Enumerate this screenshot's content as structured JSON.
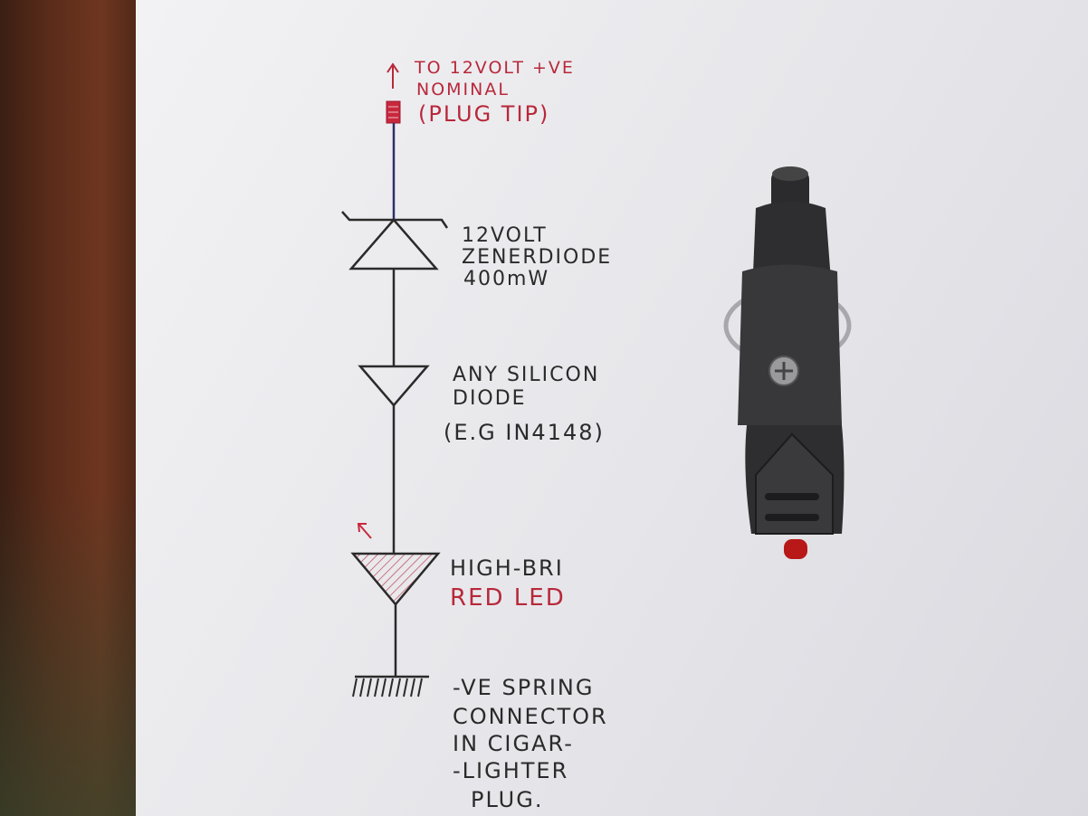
{
  "diagram": {
    "title_lines": [
      "TO 12VOLT +VE",
      "NOMINAL",
      "(PLUG TIP)"
    ],
    "components": [
      {
        "type": "zener-diode",
        "label_lines": [
          "12VOLT",
          "ZENERDIODE",
          "400mW"
        ]
      },
      {
        "type": "diode",
        "label_lines": [
          "ANY SILICON",
          "DIODE",
          "(E.G IN4148)"
        ]
      },
      {
        "type": "led",
        "label_lines": [
          "HIGH-BRI",
          "RED LED"
        ]
      },
      {
        "type": "ground",
        "label_lines": [
          "-VE SPRING",
          "CONNECTOR",
          "IN CIGAR-",
          "-LIGHTER",
          "PLUG."
        ]
      }
    ],
    "colors": {
      "ink": "#2a2a2a",
      "red_ink": "#b8283a",
      "wire_top": "#2d2f6a"
    }
  }
}
